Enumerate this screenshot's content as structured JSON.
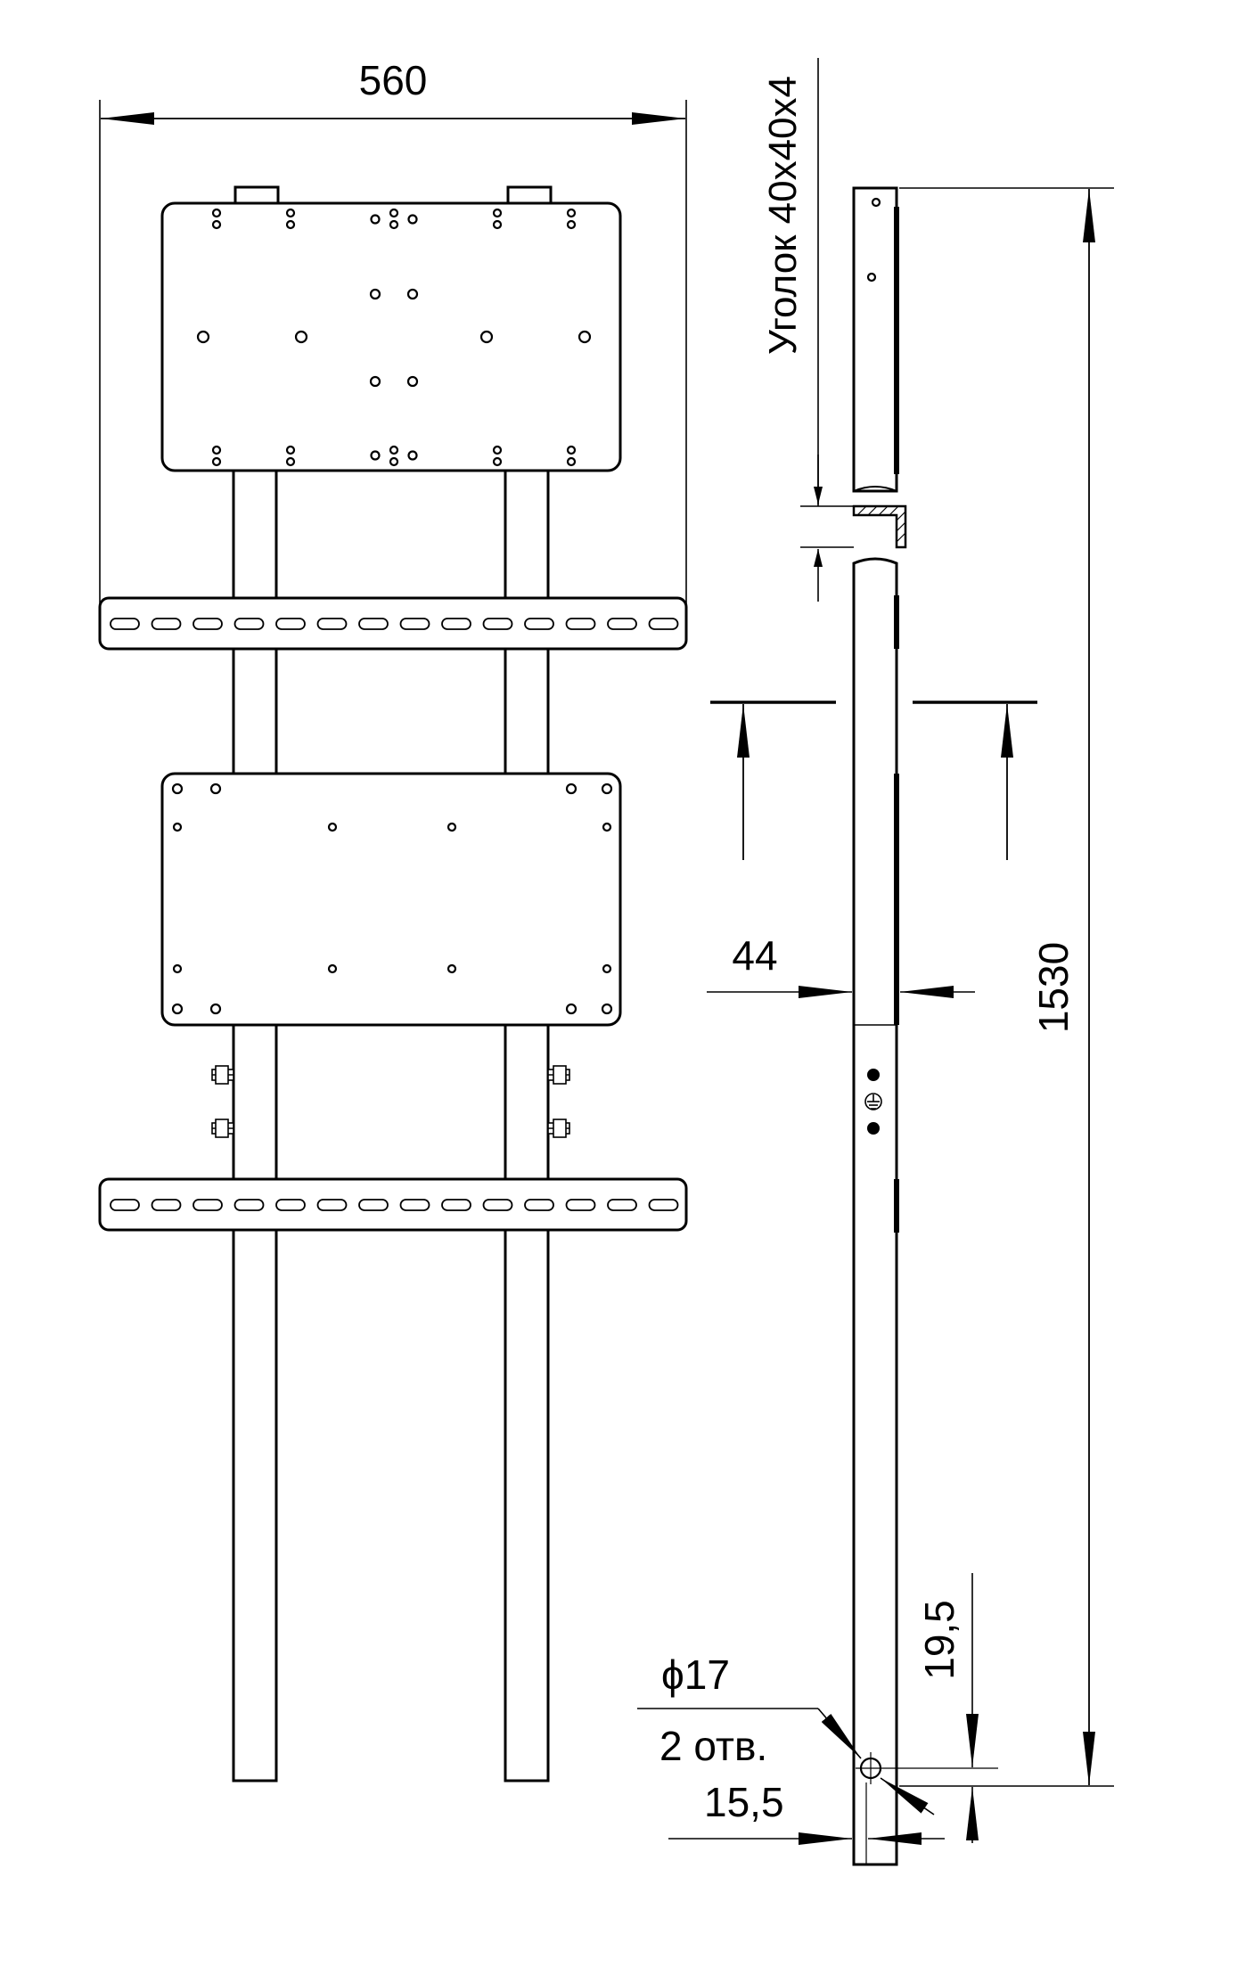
{
  "dimensions": {
    "overall_width": "560",
    "angle_profile": "Уголок 40x40x4",
    "overall_height": "1530",
    "depth": "44",
    "hole_diameter": "ϕ17",
    "hole_count": "2 отв.",
    "hole_offset_vertical": "19,5",
    "hole_offset_horizontal": "15,5"
  },
  "symbols": {
    "ground": "ground-symbol"
  },
  "colors": {
    "line": "#000000",
    "background": "#ffffff"
  }
}
